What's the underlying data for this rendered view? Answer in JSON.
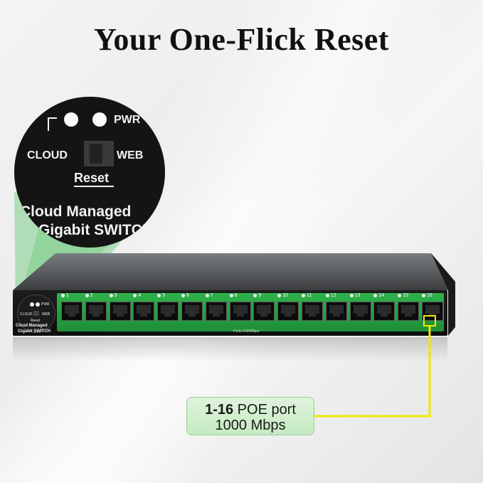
{
  "title": "Your One-Flick Reset",
  "zoom": {
    "pwr": "PWR",
    "cloud": "CLOUD",
    "web": "WEB",
    "reset": "Reset",
    "line1": "Cloud Managed",
    "line2": "Gigabit SWITCH"
  },
  "switch": {
    "mini": {
      "pwr": "PWR",
      "cloud": "CLOUD",
      "web": "WEB",
      "reset": "Reset",
      "line1": "Cloud Managed",
      "line2": "Gigabit SWITCH"
    },
    "ports": [
      "1",
      "2",
      "3",
      "4",
      "5",
      "6",
      "7",
      "8",
      "9",
      "10",
      "11",
      "12",
      "13",
      "14",
      "15",
      "16"
    ],
    "speed_label": "Ports:1000Mbps"
  },
  "callout": {
    "bold": "1-16",
    "rest": " POE port",
    "line2": "1000 Mbps"
  },
  "colors": {
    "accent_green": "#27a341",
    "pointer": "#f0e800",
    "bubble": "#c5eac0"
  }
}
